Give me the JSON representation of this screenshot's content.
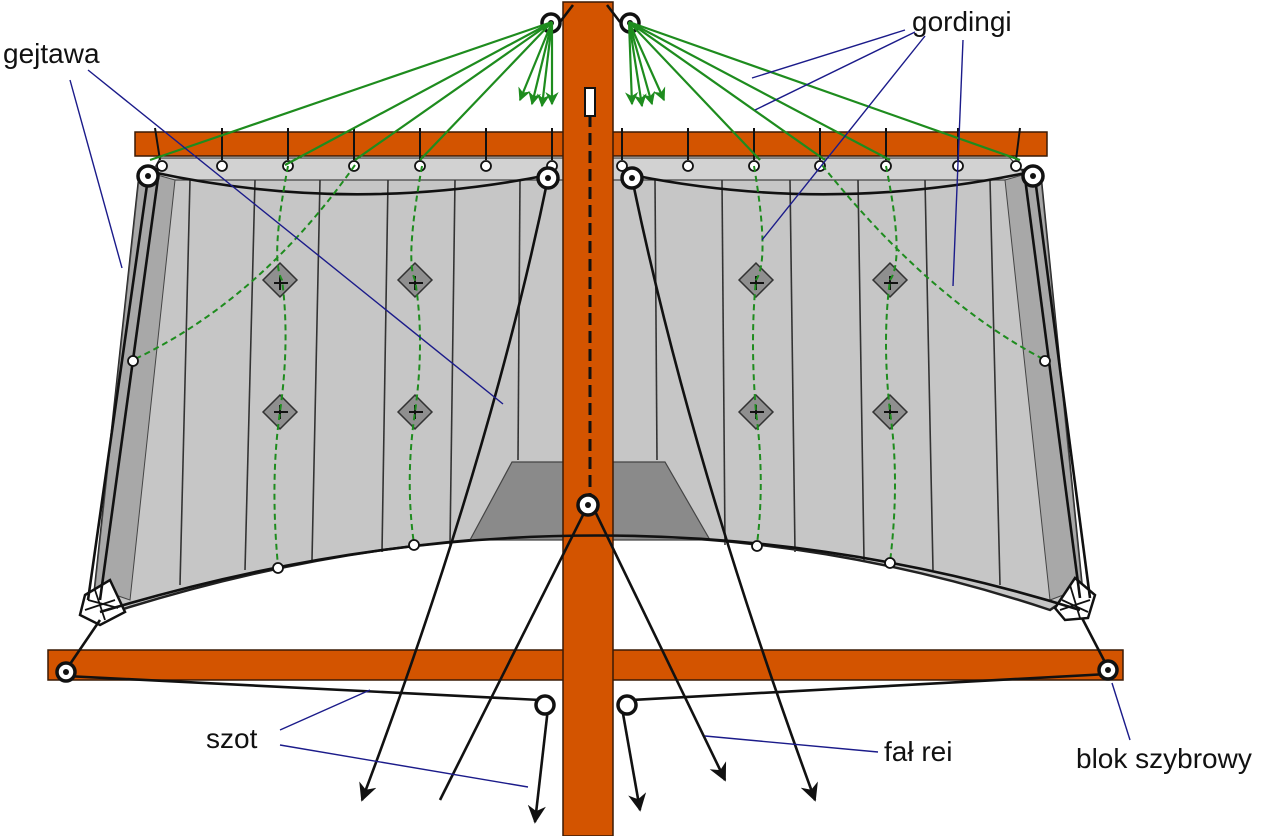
{
  "labels": {
    "gejtawa": "gejtawa",
    "gordingi": "gordingi",
    "szot": "szot",
    "fal_rei": "fał rei",
    "blok_szybrowy": "blok szybrowy"
  },
  "colors": {
    "yard": "#d35400",
    "sail": "#c6c6c6",
    "sail_dark": "#8f8f8f",
    "buntline": "#1e8c1e",
    "leader": "#1b1b8a",
    "rope": "#111111"
  }
}
